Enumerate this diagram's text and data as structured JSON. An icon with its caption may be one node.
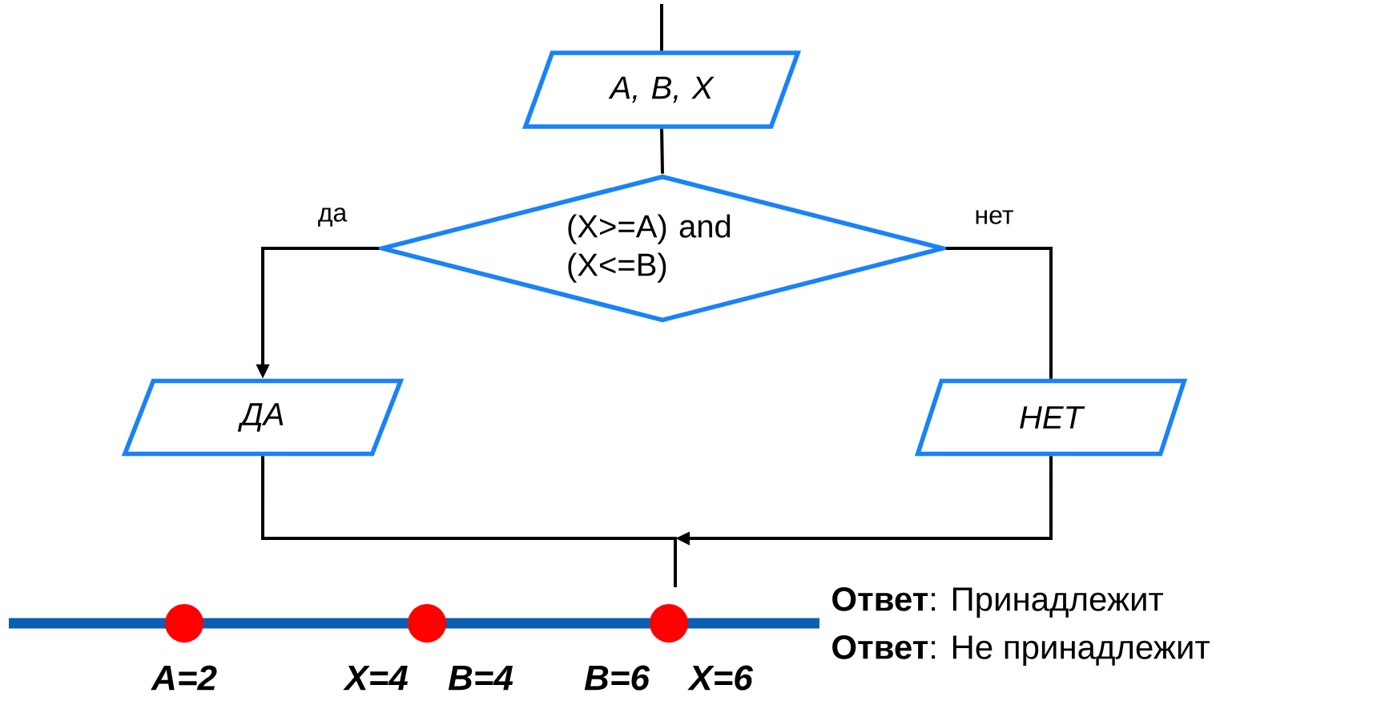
{
  "diagram": {
    "nodes": [
      {
        "text": [
          "A, B, X"
        ]
      },
      {
        "text": [
          "(X>=A) and (X<=B)"
        ]
      },
      {
        "text": [
          "ДА"
        ]
      },
      {
        "text": [
          "НЕТ"
        ]
      }
    ],
    "edges": [
      {
        "from": null,
        "to": 0,
        "arrow": "none"
      },
      {
        "from": 0,
        "to": 1,
        "arrow": "none"
      },
      {
        "from": 1,
        "to": 2,
        "arrow": "to",
        "label": "да"
      },
      {
        "from": 1,
        "to": 3,
        "arrow": "none",
        "label": "нет"
      },
      {
        "from": 2,
        "to": null,
        "arrow": "none"
      },
      {
        "from": 3,
        "to": null,
        "arrow": "to"
      }
    ],
    "labels": [
      "A=2",
      "X=4",
      "B=4",
      "B=6",
      "X=6",
      "**Ответ**: Принадлежит",
      "**Ответ**: Не принадлежит"
    ]
  }
}
